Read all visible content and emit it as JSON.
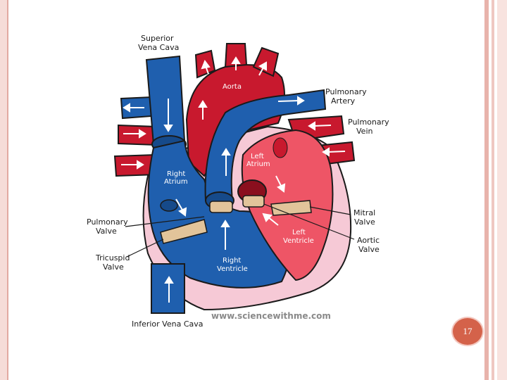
{
  "labels": {
    "superior_vena_cava": [
      "Superior",
      "Vena Cava"
    ],
    "aorta": "Aorta",
    "pulmonary_artery": [
      "Pulmonary",
      "Artery"
    ],
    "pulmonary_vein": [
      "Pulmonary",
      "Vein"
    ],
    "left_atrium": [
      "Left",
      "Atrium"
    ],
    "right_atrium": [
      "Right",
      "Atrium"
    ],
    "mitral_valve": [
      "Mitral",
      "Valve"
    ],
    "pulmonary_valve": [
      "Pulmonary",
      "Valve"
    ],
    "left_ventricle": [
      "Left",
      "Ventricle"
    ],
    "aortic_valve": [
      "Aortic",
      "Valve"
    ],
    "tricuspid_valve": [
      "Tricuspid",
      "Valve"
    ],
    "right_ventricle": [
      "Right",
      "Ventricle"
    ],
    "inferior_vena_cava": "Inferior Vena Cava"
  },
  "watermark": "www.sciencewithme.com",
  "page_number": "17",
  "colors": {
    "oxygen_poor": "#1f5fae",
    "oxygen_rich": "#c8192e",
    "pericardium": "#f6c9d6",
    "left_heart": "#ee5566",
    "valve": "#e2c49a"
  }
}
